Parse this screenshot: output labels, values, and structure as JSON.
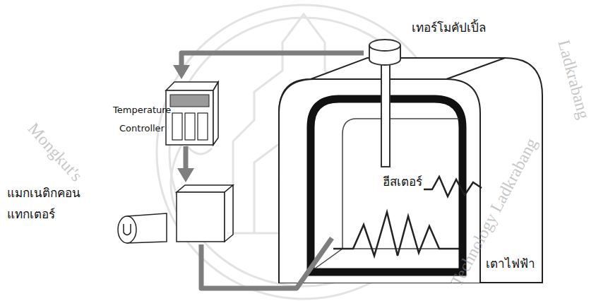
{
  "diagram": {
    "nodes": [
      {
        "text": [
          "เทอร์โมคัปเปิ้ล"
        ]
      },
      {
        "text": [
          "Temperature Controller"
        ]
      },
      {
        "text": [
          "แมกเนติกคอน แทกเตอร์"
        ]
      },
      {
        "text": [
          "เตาไฟฟ้า"
        ]
      },
      {
        "text": [
          "ฮีสเตอร์"
        ],
        "in": 3
      }
    ],
    "edges": [
      {
        "from": 0,
        "to": 1,
        "arrow": "to"
      },
      {
        "from": 1,
        "to": 2,
        "arrow": "to"
      },
      {
        "from": 2,
        "to": 4,
        "arrow": "none"
      }
    ],
    "labels": [
      "Ladkrabang",
      "Mongkut's",
      "Technology Ladkrabang"
    ]
  }
}
